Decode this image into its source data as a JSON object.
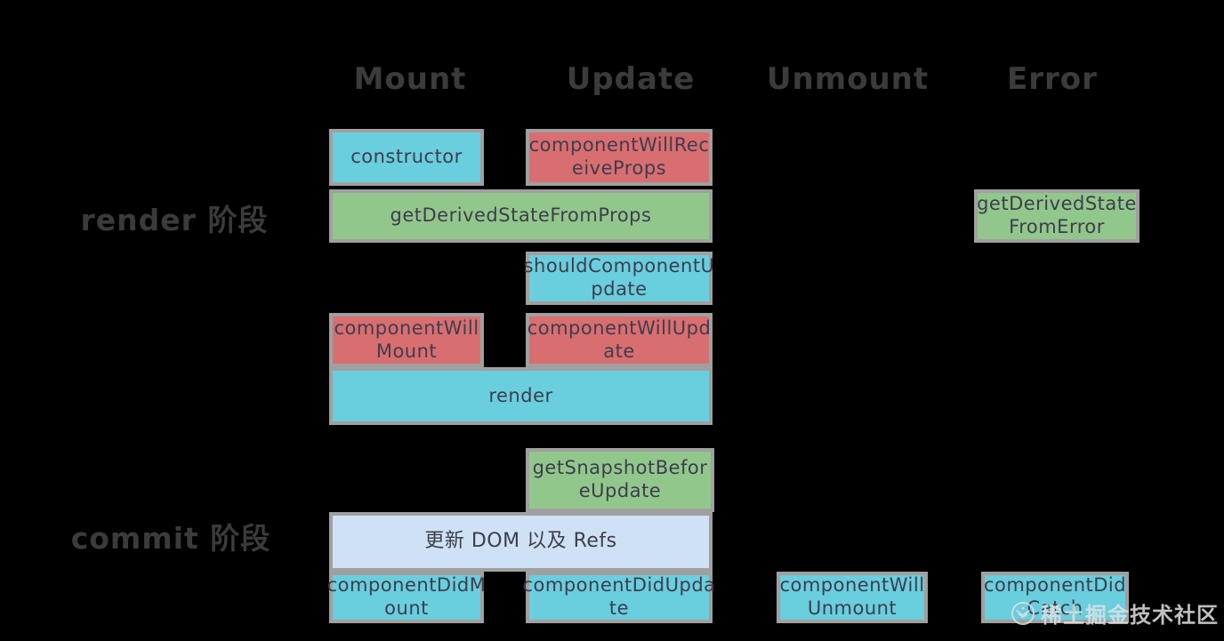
{
  "diagram": {
    "columns": [
      {
        "label": "Mount"
      },
      {
        "label": "Update"
      },
      {
        "label": "Unmount"
      },
      {
        "label": "Error"
      }
    ],
    "phases": [
      {
        "label": "render 阶段"
      },
      {
        "label": "commit 阶段"
      }
    ],
    "boxes": {
      "constructor": {
        "label": "constructor",
        "color": "#69cede"
      },
      "componentWillReceiveProps": {
        "label": "componentWillRec\neiveProps",
        "color": "#d96e70"
      },
      "getDerivedStateFromProps": {
        "label": "getDerivedStateFromProps",
        "color": "#92c78c"
      },
      "getDerivedStateFromError": {
        "label": "getDerivedState\nFromError",
        "color": "#92c78c"
      },
      "shouldComponentUpdate": {
        "label": "shouldComponentU\npdate",
        "color": "#69cede"
      },
      "componentWillMount": {
        "label": "componentWill\nMount",
        "color": "#d96e70"
      },
      "componentWillUpdate": {
        "label": "componentWillUpd\nate",
        "color": "#d96e70"
      },
      "render": {
        "label": "render",
        "color": "#69cede"
      },
      "getSnapshotBeforeUpdate": {
        "label": "getSnapshotBefor\neUpdate",
        "color": "#92c78c"
      },
      "updateDomAndRefs": {
        "label": "更新 DOM 以及 Refs",
        "color": "#cfe2f5"
      },
      "componentDidMount": {
        "label": "componentDidM\nount",
        "color": "#69cede"
      },
      "componentDidUpdate": {
        "label": "componentDidUpda\nte",
        "color": "#69cede"
      },
      "componentWillUnmount": {
        "label": "componentWill\nUnmount",
        "color": "#69cede"
      },
      "componentDidCatch": {
        "label": "componentDid\nCatch",
        "color": "#69cede"
      }
    },
    "colors": {
      "background": "#000000",
      "box_border": "#a0a0a0",
      "box_text": "#3d3d4d",
      "header_text": "#3b3b3b",
      "cyan": "#69cede",
      "red": "#d96e70",
      "green": "#92c78c",
      "light_blue": "#cfe2f5"
    },
    "watermark": {
      "text": "稀土掘金技术社区"
    }
  }
}
